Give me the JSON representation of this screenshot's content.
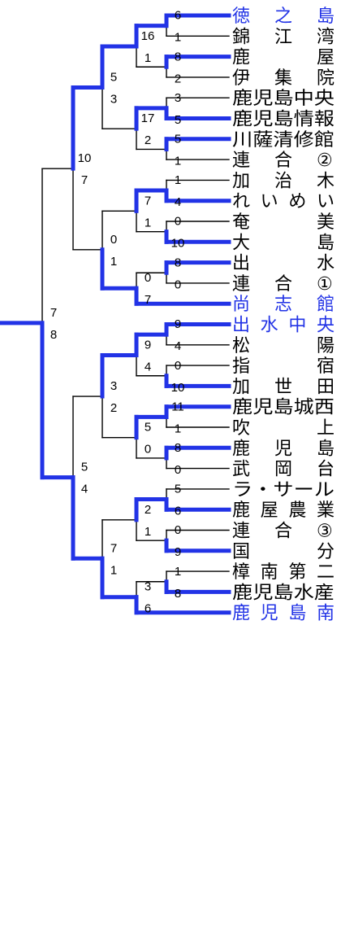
{
  "colors": {
    "win": "#2233e6",
    "line": "#000000",
    "champion_text": "#2233e6"
  },
  "teams": [
    {
      "name": "徳之島",
      "blue": true
    },
    {
      "name": "錦江湾",
      "blue": false
    },
    {
      "name": "鹿屋",
      "blue": false
    },
    {
      "name": "伊集院",
      "blue": false
    },
    {
      "name": "鹿児島中央",
      "blue": false
    },
    {
      "name": "鹿児島情報",
      "blue": false
    },
    {
      "name": "川薩清修館",
      "blue": false
    },
    {
      "name": "連合②",
      "blue": false
    },
    {
      "name": "加治木",
      "blue": false
    },
    {
      "name": "れいめい",
      "blue": false
    },
    {
      "name": "奄美",
      "blue": false
    },
    {
      "name": "大島",
      "blue": false
    },
    {
      "name": "出水",
      "blue": false
    },
    {
      "name": "連合①",
      "blue": false
    },
    {
      "name": "尚志館",
      "blue": true
    },
    {
      "name": "出水中央",
      "blue": true
    },
    {
      "name": "松陽",
      "blue": false
    },
    {
      "name": "指宿",
      "blue": false
    },
    {
      "name": "加世田",
      "blue": false
    },
    {
      "name": "鹿児島城西",
      "blue": false
    },
    {
      "name": "吹上",
      "blue": false
    },
    {
      "name": "鹿児島",
      "blue": false
    },
    {
      "name": "武岡台",
      "blue": false
    },
    {
      "name": "ラ・サール",
      "blue": false
    },
    {
      "name": "鹿屋農業",
      "blue": false
    },
    {
      "name": "連合③",
      "blue": false
    },
    {
      "name": "国分",
      "blue": false
    },
    {
      "name": "樟南第二",
      "blue": false
    },
    {
      "name": "鹿児島水産",
      "blue": false
    },
    {
      "name": "鹿児島南",
      "blue": true
    }
  ],
  "matches": [
    {
      "id": "r1_1",
      "top": "t0",
      "bottom": "t1",
      "scores": [
        "6",
        "1"
      ],
      "winner": "top"
    },
    {
      "id": "r1_2",
      "top": "t2",
      "bottom": "t3",
      "scores": [
        "8",
        "2"
      ],
      "winner": "top"
    },
    {
      "id": "r1_3",
      "top": "t4",
      "bottom": "t5",
      "scores": [
        "3",
        "5"
      ],
      "winner": "bottom"
    },
    {
      "id": "r1_4",
      "top": "t6",
      "bottom": "t7",
      "scores": [
        "5",
        "1"
      ],
      "winner": "top"
    },
    {
      "id": "r1_5",
      "top": "t8",
      "bottom": "t9",
      "scores": [
        "1",
        "4"
      ],
      "winner": "bottom"
    },
    {
      "id": "r1_6",
      "top": "t10",
      "bottom": "t11",
      "scores": [
        "0",
        "10"
      ],
      "winner": "bottom"
    },
    {
      "id": "r1_7",
      "top": "t12",
      "bottom": "t13",
      "scores": [
        "8",
        "0"
      ],
      "winner": "top"
    },
    {
      "id": "r1_8",
      "top": "t15",
      "bottom": "t16",
      "scores": [
        "9",
        "4"
      ],
      "winner": "top"
    },
    {
      "id": "r1_9",
      "top": "t17",
      "bottom": "t18",
      "scores": [
        "0",
        "10"
      ],
      "winner": "bottom"
    },
    {
      "id": "r1_10",
      "top": "t19",
      "bottom": "t20",
      "scores": [
        "11",
        "1"
      ],
      "winner": "top"
    },
    {
      "id": "r1_11",
      "top": "t21",
      "bottom": "t22",
      "scores": [
        "8",
        "0"
      ],
      "winner": "top"
    },
    {
      "id": "r1_12",
      "top": "t23",
      "bottom": "t24",
      "scores": [
        "5",
        "6"
      ],
      "winner": "bottom"
    },
    {
      "id": "r1_13",
      "top": "t25",
      "bottom": "t26",
      "scores": [
        "0",
        "9"
      ],
      "winner": "bottom"
    },
    {
      "id": "r1_14",
      "top": "t27",
      "bottom": "t28",
      "scores": [
        "1",
        "8"
      ],
      "winner": "bottom"
    },
    {
      "id": "r2_1",
      "top": "r1_1",
      "bottom": "r1_2",
      "scores": [
        "16",
        "1"
      ],
      "winner": "top"
    },
    {
      "id": "r2_2",
      "top": "r1_3",
      "bottom": "r1_4",
      "scores": [
        "17",
        "2"
      ],
      "winner": "top"
    },
    {
      "id": "r2_3",
      "top": "r1_5",
      "bottom": "r1_6",
      "scores": [
        "7",
        "1"
      ],
      "winner": "top"
    },
    {
      "id": "r2_4",
      "top": "r1_7",
      "bottom": "t14",
      "scores": [
        "0",
        "7"
      ],
      "winner": "bottom"
    },
    {
      "id": "r2_5",
      "top": "r1_8",
      "bottom": "r1_9",
      "scores": [
        "9",
        "4"
      ],
      "winner": "top"
    },
    {
      "id": "r2_6",
      "top": "r1_10",
      "bottom": "r1_11",
      "scores": [
        "5",
        "0"
      ],
      "winner": "top"
    },
    {
      "id": "r2_7",
      "top": "r1_12",
      "bottom": "r1_13",
      "scores": [
        "2",
        "1"
      ],
      "winner": "top"
    },
    {
      "id": "r2_8",
      "top": "r1_14",
      "bottom": "t29",
      "scores": [
        "3",
        "6"
      ],
      "winner": "bottom"
    },
    {
      "id": "r3_1",
      "top": "r2_1",
      "bottom": "r2_2",
      "scores": [
        "5",
        "3"
      ],
      "winner": "top"
    },
    {
      "id": "r3_2",
      "top": "r2_3",
      "bottom": "r2_4",
      "scores": [
        "0",
        "1"
      ],
      "winner": "bottom"
    },
    {
      "id": "r3_3",
      "top": "r2_5",
      "bottom": "r2_6",
      "scores": [
        "3",
        "2"
      ],
      "winner": "top"
    },
    {
      "id": "r3_4",
      "top": "r2_7",
      "bottom": "r2_8",
      "scores": [
        "7",
        "1"
      ],
      "winner": "bottom"
    },
    {
      "id": "r4_1",
      "top": "r3_1",
      "bottom": "r3_2",
      "scores": [
        "10",
        "7"
      ],
      "winner": "top"
    },
    {
      "id": "r4_2",
      "top": "r3_3",
      "bottom": "r3_4",
      "scores": [
        "5",
        "4"
      ],
      "winner": "bottom"
    },
    {
      "id": "final",
      "top": "r4_1",
      "bottom": "r4_2",
      "scores": [
        "7",
        "8"
      ],
      "winner": "bottom"
    }
  ]
}
